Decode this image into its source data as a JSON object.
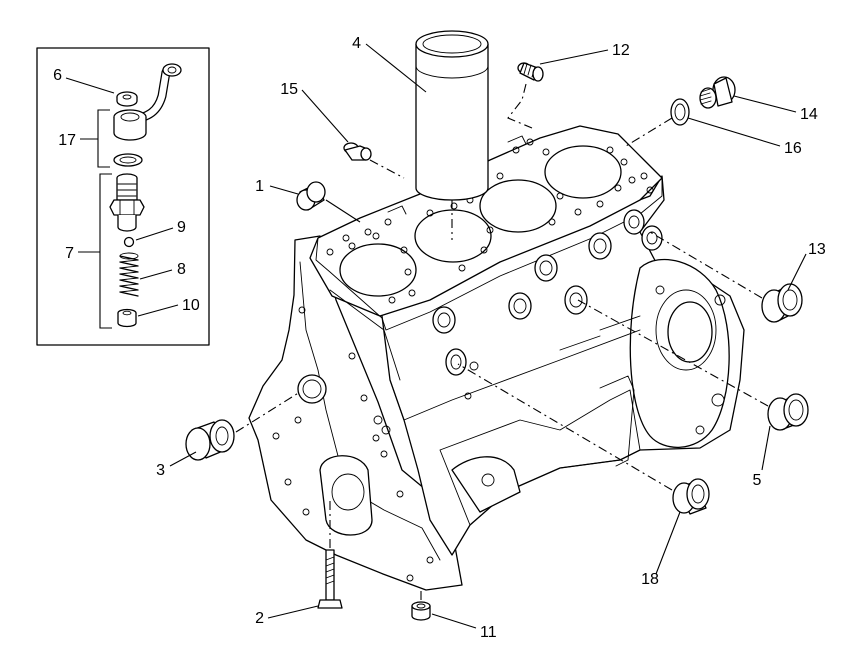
{
  "callouts": {
    "c1": "1",
    "c2": "2",
    "c3": "3",
    "c4": "4",
    "c5": "5",
    "c6": "6",
    "c7": "7",
    "c8": "8",
    "c9": "9",
    "c10": "10",
    "c11": "11",
    "c12": "12",
    "c13": "13",
    "c14": "14",
    "c15": "15",
    "c16": "16",
    "c17": "17",
    "c18": "18"
  },
  "colors": {
    "line": "#000000",
    "background": "#ffffff"
  }
}
